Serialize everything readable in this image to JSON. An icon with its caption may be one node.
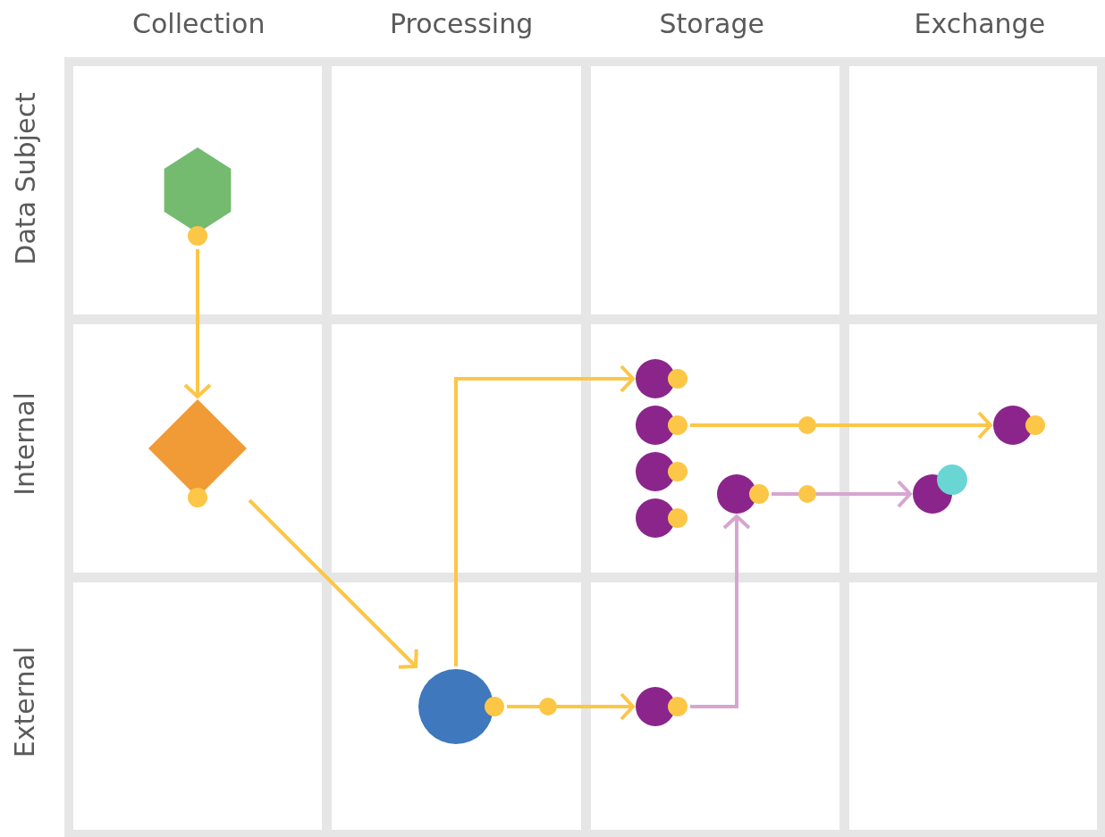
{
  "diagram": {
    "nodes": [
      {
        "text": [],
        "shape": "hexagon"
      },
      {
        "text": [],
        "shape": "diamond"
      },
      {
        "text": [],
        "shape": "circle"
      },
      {
        "text": [],
        "shape": "circle"
      },
      {
        "text": [],
        "shape": "circle"
      },
      {
        "text": [],
        "shape": "circle"
      },
      {
        "text": [],
        "shape": "circle"
      },
      {
        "text": [],
        "shape": "circle"
      },
      {
        "text": [],
        "shape": "circle"
      },
      {
        "text": [],
        "shape": "circle"
      },
      {
        "text": [],
        "shape": "circle"
      }
    ],
    "edges": [
      {
        "from": 0,
        "to": 1,
        "arrow": "to"
      },
      {
        "from": 1,
        "to": 2,
        "arrow": "to"
      },
      {
        "from": 2,
        "to": 3,
        "arrow": "to"
      },
      {
        "from": 2,
        "to": 8,
        "arrow": "to"
      },
      {
        "from": 4,
        "to": 9,
        "arrow": "to"
      },
      {
        "from": 8,
        "to": 7,
        "arrow": "to",
        "color": "#d6a6d0"
      },
      {
        "from": 7,
        "to": 10,
        "arrow": "to",
        "color": "#d6a6d0"
      }
    ],
    "labels": [
      "Collection",
      "Processing",
      "Storage",
      "Exchange",
      "Data Subject",
      "Internal",
      "External"
    ]
  }
}
